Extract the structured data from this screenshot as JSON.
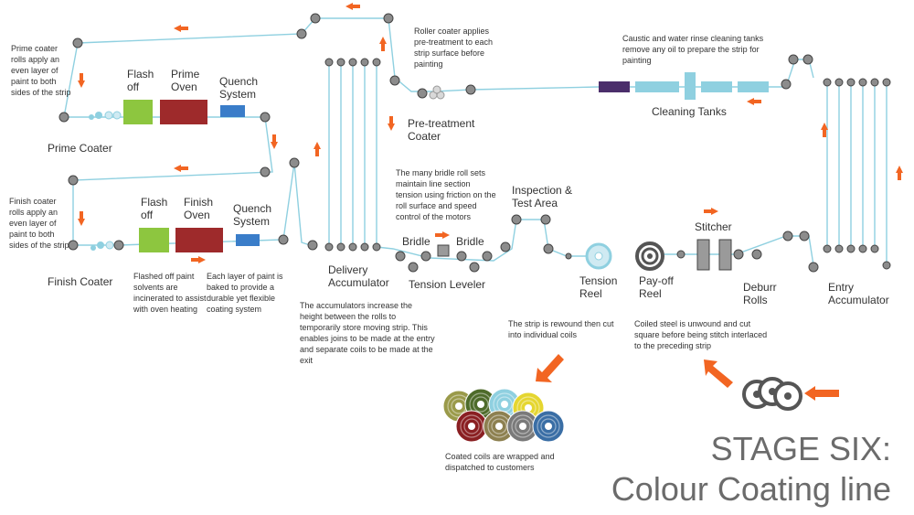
{
  "title": {
    "line1": "STAGE SIX:",
    "line2": "Colour Coating line"
  },
  "labels": {
    "prime_coater": "Prime Coater",
    "flash_off_1": "Flash off",
    "prime_oven": "Prime Oven",
    "quench_1": "Quench System",
    "finish_coater": "Finish Coater",
    "flash_off_2": "Flash off",
    "finish_oven": "Finish Oven",
    "quench_2": "Quench System",
    "delivery_accumulator": "Delivery Accumulator",
    "pretreatment_coater": "Pre-treatment Coater",
    "cleaning_tanks": "Cleaning Tanks",
    "bridle_left": "Bridle",
    "bridle_right": "Bridle",
    "tension_leveler": "Tension Leveler",
    "inspection": "Inspection & Test Area",
    "tension_reel": "Tension Reel",
    "payoff_reel": "Pay-off Reel",
    "stitcher": "Stitcher",
    "deburr_rolls": "Deburr Rolls",
    "entry_accumulator": "Entry Accumulator"
  },
  "notes": {
    "prime_coater": "Prime coater rolls apply an even layer of paint to both sides of the strip",
    "finish_coater": "Finish coater rolls apply an even layer of paint to both sides of the strip",
    "flash_off": "Flashed off paint solvents are incinerated to assist with oven heating",
    "paint_layer": "Each layer of paint is baked to provide a durable yet flexible coating system",
    "roller_coater": "Roller coater applies pre-treatment to each strip surface before painting",
    "cleaning": "Caustic and water rinse cleaning tanks remove any oil to prepare the strip for painting",
    "bridle": "The many bridle roll sets maintain line section tension using friction on the roll surface and speed control of the motors",
    "accumulators": "The accumulators increase the height between the rolls to temporarily store moving strip. This enables joins to be made at the entry and separate coils to be made at the exit",
    "rewound": "The strip is rewound then cut into individual coils",
    "coiled": "Coiled steel is unwound and cut square before being stitch interlaced to the preceding strip",
    "coated": "Coated coils are wrapped and dispatched to customers"
  },
  "colors": {
    "flash_off": "#8dc63f",
    "oven": "#9e2a2b",
    "quench": "#3a7dc9",
    "cleaning_tank": "#8fd0e0",
    "cleaning_first": "#4b2e6b",
    "arrow": "#f26522",
    "strip": "#8fd0e0"
  },
  "coils_out": [
    "#9a9a4a",
    "#4e6b2a",
    "#8fd0e0",
    "#e5d630",
    "#8a1f22",
    "#8d8050",
    "#7a7a7a",
    "#3a6ea5"
  ]
}
